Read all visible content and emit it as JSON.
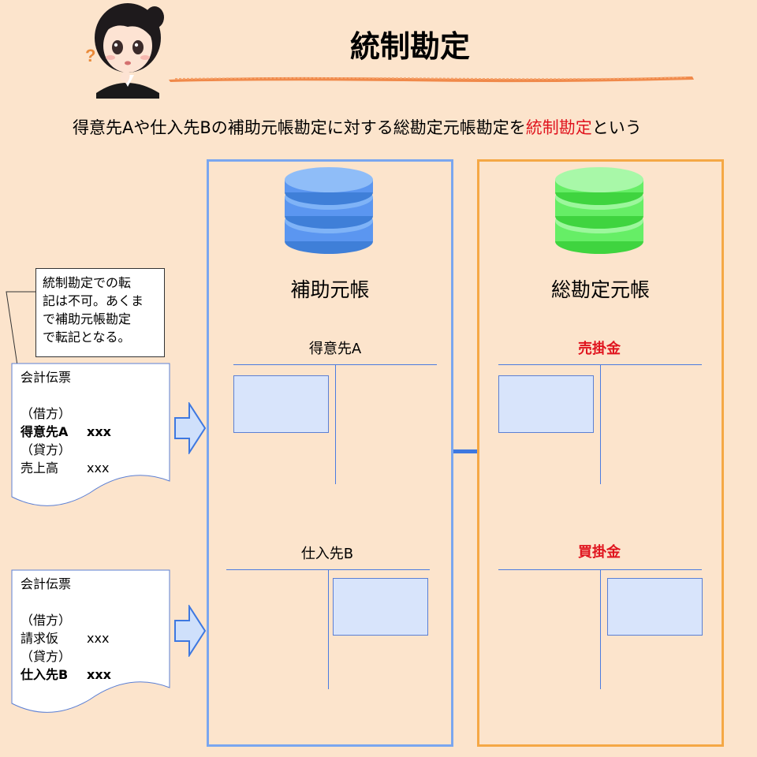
{
  "header": {
    "title": "統制勘定",
    "subtitle_parts": [
      "得意先Aや仕入先Bの補助元帳勘定に対する総勘定元帳勘定を",
      "統制勘定",
      "という"
    ]
  },
  "subsidiary": {
    "title": "補助元帳",
    "accounts": [
      {
        "name": "得意先A"
      },
      {
        "name": "仕入先B"
      }
    ]
  },
  "general": {
    "title": "総勘定元帳",
    "accounts": [
      {
        "name": "売掛金"
      },
      {
        "name": "買掛金"
      }
    ]
  },
  "note": {
    "lines": [
      "統制勘定での転",
      "記は不可。あくま",
      "で補助元帳勘定",
      "で転記となる。"
    ]
  },
  "vouchers": [
    {
      "title": "会計伝票",
      "debit_label": "（借方）",
      "debit_account": "得意先A",
      "debit_amount": "xxx",
      "credit_label": "（貸方）",
      "credit_account": "売上高",
      "credit_amount": "xxx"
    },
    {
      "title": "会計伝票",
      "debit_label": "（借方）",
      "debit_account": "請求仮",
      "debit_amount": "xxx",
      "credit_label": "（貸方）",
      "credit_account": "仕入先B",
      "credit_amount": "xxx"
    }
  ],
  "colors": {
    "subsidiary_db": "#5b96f0",
    "general_db": "#66ee66",
    "accent_red": "#e0141e"
  }
}
